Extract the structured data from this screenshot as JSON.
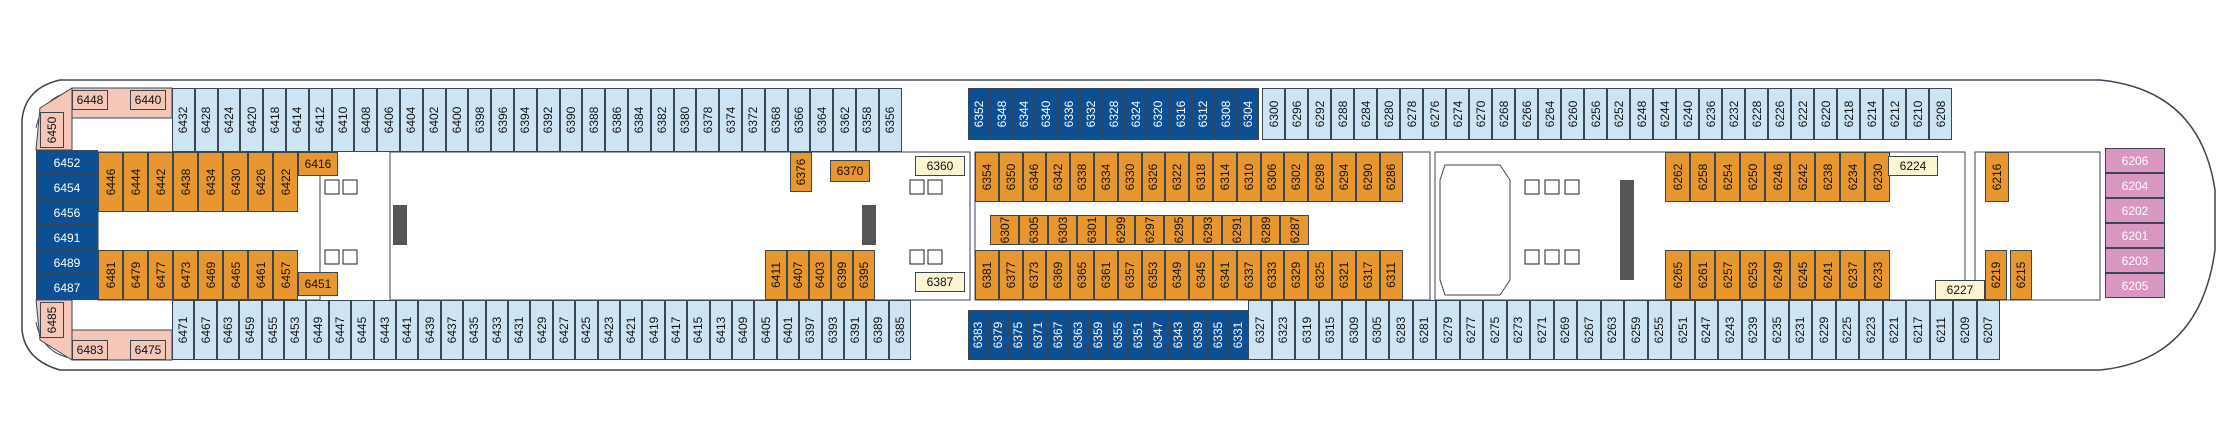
{
  "deck_plan": {
    "colors": {
      "interior_cabin": "#e8962e",
      "outside_cabin": "#cde4f4",
      "balcony_cabin": "#0d4f93",
      "suite_cabin": "#d996c0",
      "aft_suite": "#f4c7b9",
      "hull_outline": "#3b4654"
    },
    "stair_icons": [
      "elevator-icon",
      "stairs-icon"
    ],
    "top_outside_row": [
      "6432",
      "6428",
      "6424",
      "6420",
      "6418",
      "6414",
      "6412",
      "6410",
      "6408",
      "6406",
      "6404",
      "6402",
      "6400",
      "6398",
      "6396",
      "6394",
      "6392",
      "6390",
      "6388",
      "6386",
      "6384",
      "6382",
      "6380",
      "6378",
      "6374",
      "6372",
      "6368",
      "6366",
      "6364",
      "6362",
      "6358",
      "6356"
    ],
    "top_balcony_row": [
      "6352",
      "6348",
      "6344",
      "6340",
      "6336",
      "6332",
      "6328",
      "6324",
      "6320",
      "6316",
      "6312",
      "6308",
      "6304"
    ],
    "top_outside_row_fwd": [
      "6300",
      "6296",
      "6292",
      "6288",
      "6284",
      "6280",
      "6278",
      "6276",
      "6274",
      "6270",
      "6268",
      "6266",
      "6264",
      "6260",
      "6256",
      "6252",
      "6248",
      "6244",
      "6240",
      "6236",
      "6232",
      "6228",
      "6226",
      "6222",
      "6220",
      "6218",
      "6214",
      "6212",
      "6210",
      "6208"
    ],
    "bottom_outside_row": [
      "6471",
      "6467",
      "6463",
      "6459",
      "6455",
      "6453",
      "6449",
      "6447",
      "6445",
      "6443",
      "6441",
      "6439",
      "6437",
      "6435",
      "6433",
      "6431",
      "6429",
      "6427",
      "6425",
      "6423",
      "6421",
      "6419",
      "6417",
      "6415",
      "6413",
      "6409",
      "6405",
      "6401",
      "6397",
      "6393",
      "6391",
      "6389",
      "6385"
    ],
    "bottom_balcony_row": [
      "6383",
      "6379",
      "6375",
      "6371",
      "6367",
      "6363",
      "6359",
      "6355",
      "6351",
      "6347",
      "6343",
      "6339",
      "6335",
      "6331"
    ],
    "bottom_outside_row_fwd": [
      "6327",
      "6323",
      "6319",
      "6315",
      "6309",
      "6305",
      "6283",
      "6281",
      "6279",
      "6277",
      "6275",
      "6273",
      "6271",
      "6269",
      "6267",
      "6263",
      "6259",
      "6255",
      "6251",
      "6247",
      "6243",
      "6239",
      "6235",
      "6231",
      "6229",
      "6225",
      "6223",
      "6221",
      "6217",
      "6211",
      "6209",
      "6207"
    ],
    "aft_inner_upper": [
      "6446",
      "6444",
      "6442",
      "6438",
      "6434",
      "6430",
      "6426",
      "6422",
      "6416"
    ],
    "aft_inner_lower": [
      "6481",
      "6479",
      "6477",
      "6473",
      "6469",
      "6465",
      "6461",
      "6457",
      "6451"
    ],
    "mid_inner_upper_a": [
      "6376",
      "6370"
    ],
    "mid_inner_lower_a": [
      "6411",
      "6407",
      "6403",
      "6399",
      "6395"
    ],
    "mid_inner_upper_b": [
      "6354",
      "6350",
      "6346",
      "6342",
      "6338",
      "6334",
      "6330",
      "6326",
      "6322",
      "6318",
      "6314",
      "6310",
      "6306",
      "6302",
      "6298",
      "6294",
      "6290",
      "6286"
    ],
    "mid_center_row": [
      "6307",
      "6305",
      "6303",
      "6301",
      "6299",
      "6297",
      "6295",
      "6293",
      "6291",
      "6289",
      "6287"
    ],
    "mid_inner_lower_b": [
      "6381",
      "6377",
      "6373",
      "6369",
      "6365",
      "6361",
      "6357",
      "6353",
      "6349",
      "6345",
      "6341",
      "6337",
      "6333",
      "6329",
      "6325",
      "6321",
      "6317",
      "6311"
    ],
    "fwd_inner_upper": [
      "6262",
      "6258",
      "6254",
      "6250",
      "6246",
      "6242",
      "6238",
      "6234",
      "6230",
      "6216"
    ],
    "fwd_inner_lower": [
      "6265",
      "6261",
      "6257",
      "6253",
      "6249",
      "6245",
      "6241",
      "6237",
      "6233",
      "6219",
      "6215"
    ],
    "aft_balcony_col": [
      "6452",
      "6454",
      "6456",
      "6491",
      "6489",
      "6487"
    ],
    "bow_suites": [
      "6206",
      "6204",
      "6202",
      "6201",
      "6203",
      "6205"
    ],
    "aft_corner": [
      "6448",
      "6440",
      "6450",
      "6485",
      "6483",
      "6475"
    ],
    "special_labels": [
      "6360",
      "6387",
      "6224",
      "6227"
    ]
  }
}
